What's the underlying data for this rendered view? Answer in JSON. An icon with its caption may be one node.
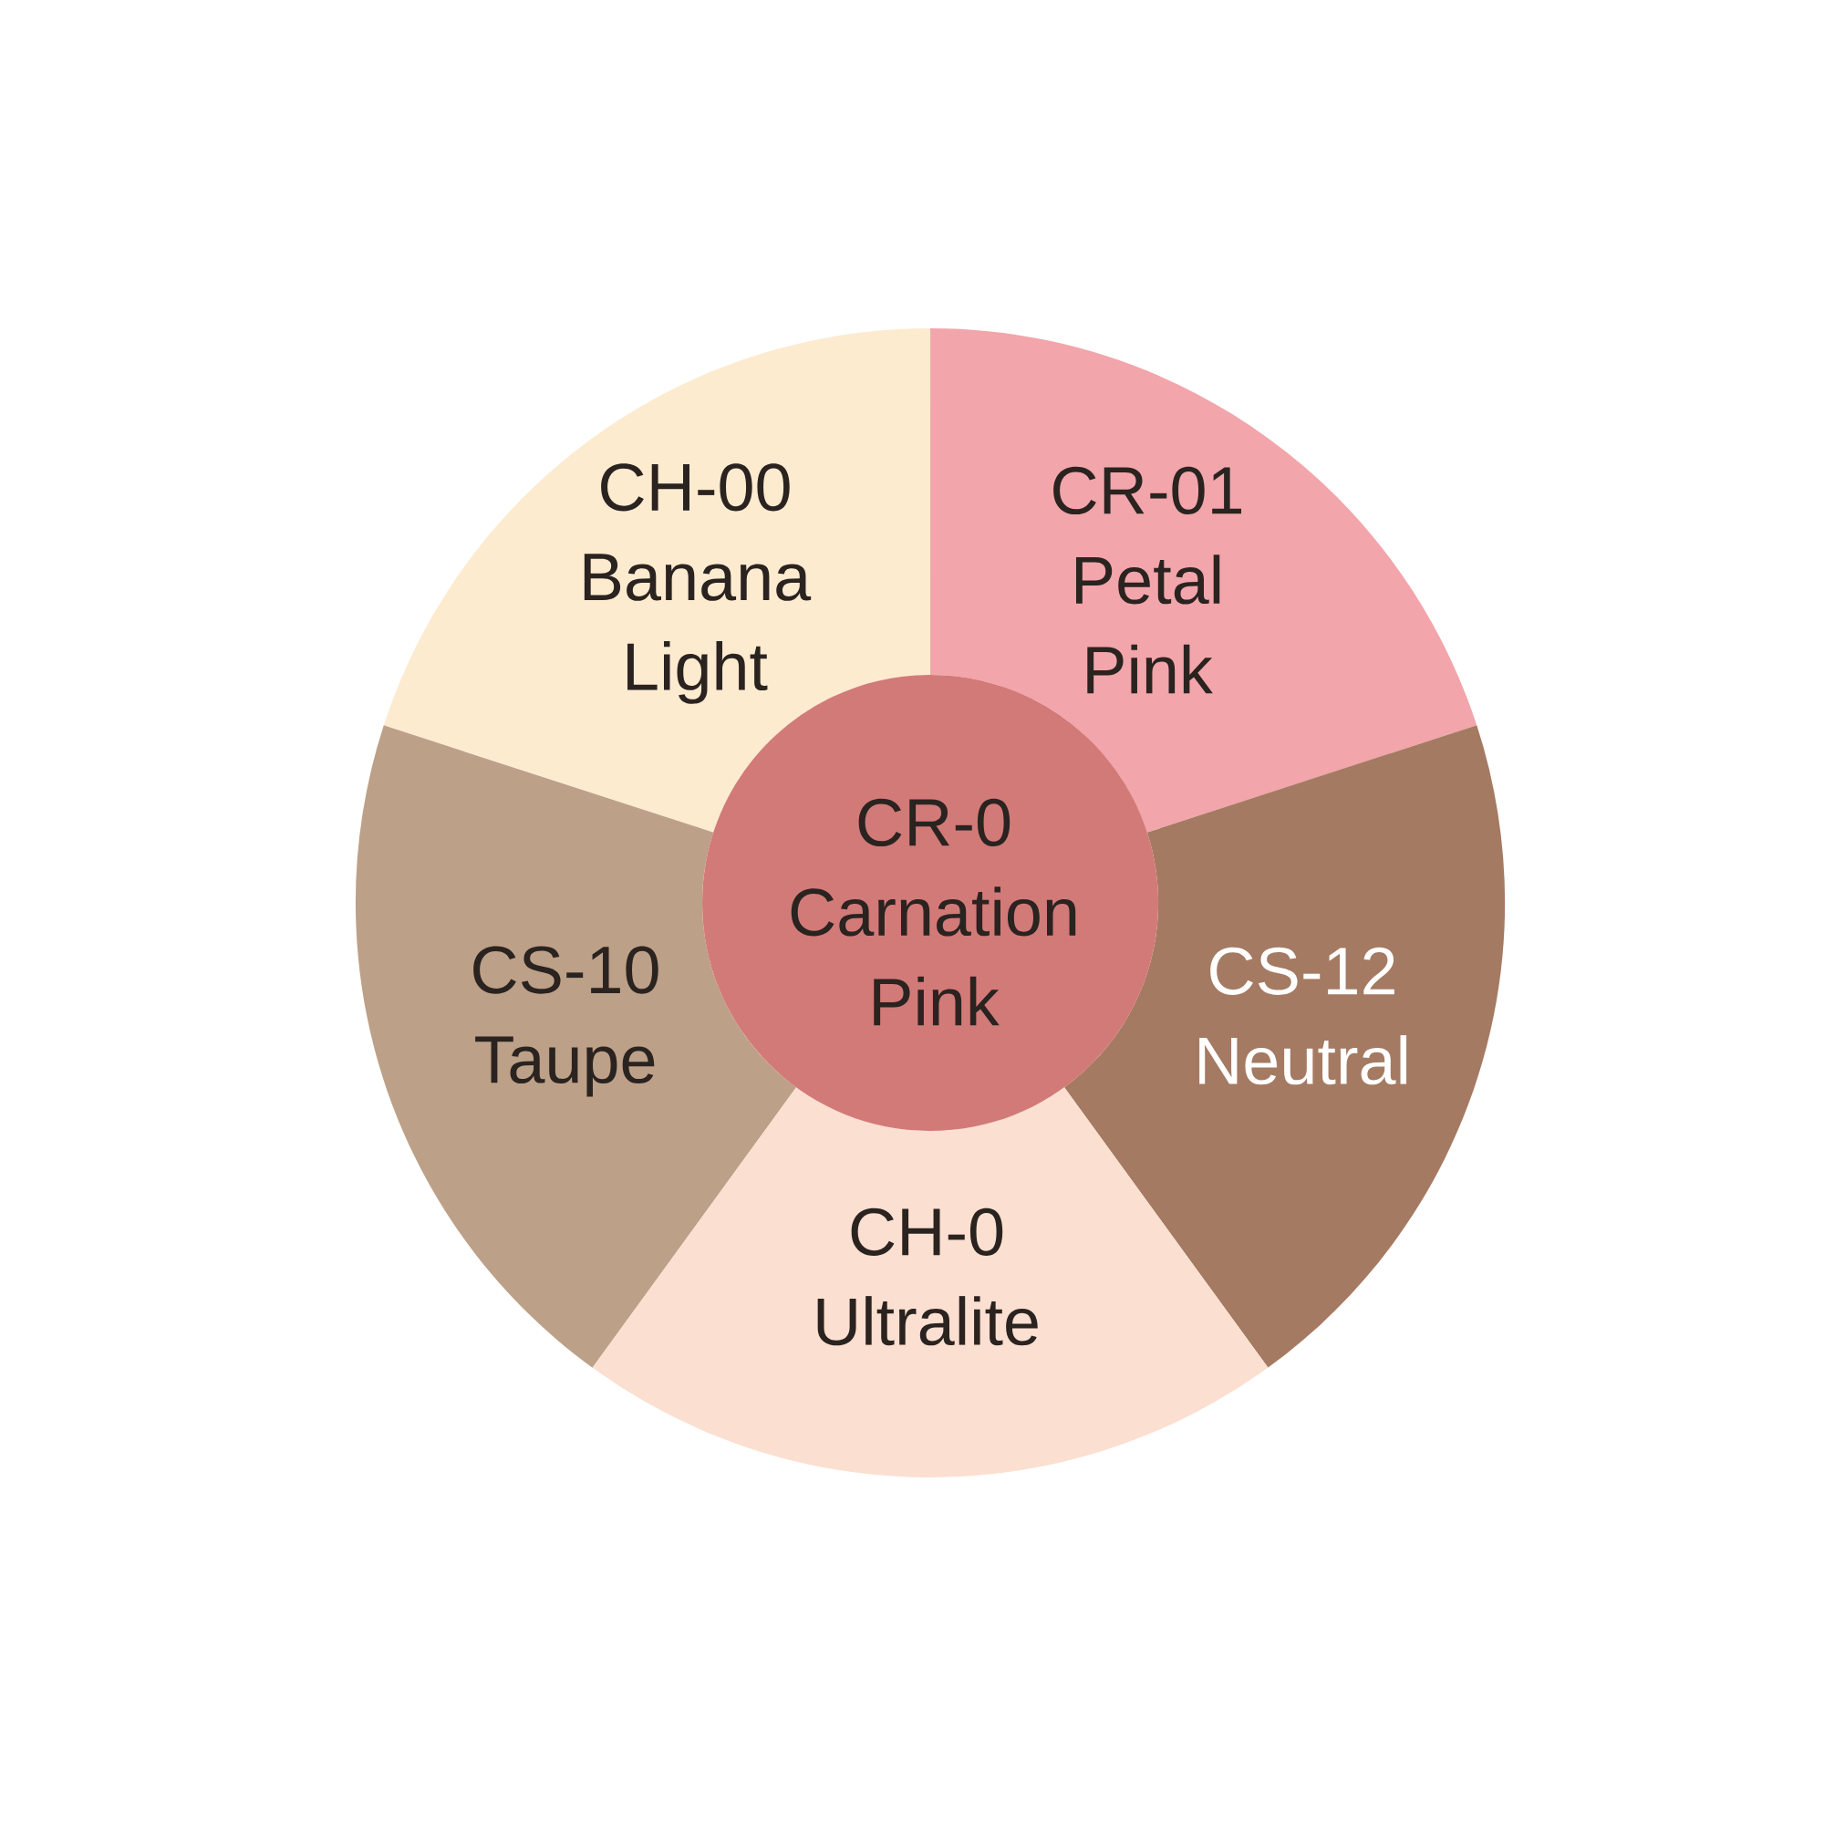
{
  "diagram": {
    "nodes": [
      {
        "text": [
          "CH-00",
          "Banana Light"
        ]
      },
      {
        "text": [
          "CR-01",
          "Petal Pink"
        ]
      },
      {
        "text": [
          "CR-0",
          "Carnation Pink"
        ]
      },
      {
        "text": [
          "CS-10",
          "Taupe"
        ]
      },
      {
        "text": [
          "CS-12",
          "Neutral"
        ]
      },
      {
        "text": [
          "CH-0",
          "Ultralite"
        ]
      }
    ]
  }
}
